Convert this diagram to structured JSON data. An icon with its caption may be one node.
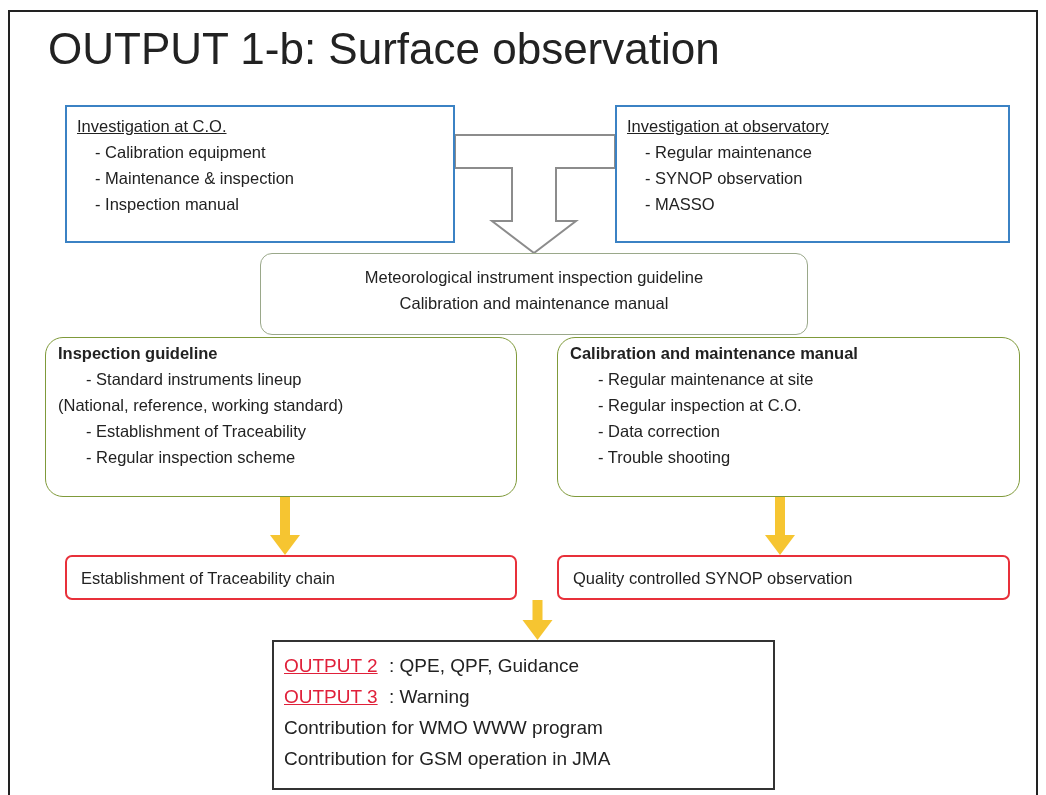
{
  "diagram": {
    "title": "OUTPUT 1-b: Surface observation",
    "nodes": [
      {
        "text": [
          "Investigation at C.O.",
          "- Calibration equipment",
          "- Maintenance & inspection",
          "- Inspection manual"
        ]
      },
      {
        "text": [
          "Investigation at observatory",
          "- Regular maintenance",
          "- SYNOP observation",
          "- MASSO"
        ]
      },
      {
        "text": [
          "Meteorological instrument inspection guideline",
          "Calibration and maintenance manual"
        ]
      },
      {
        "text": [
          "Inspection guideline",
          "- Standard instruments lineup",
          "(National, reference, working standard)",
          "- Establishment of Traceability",
          "- Regular inspection scheme"
        ]
      },
      {
        "text": [
          "Calibration and maintenance manual",
          "- Regular maintenance at site",
          "- Regular inspection at C.O.",
          "- Data correction",
          "- Trouble shooting"
        ]
      },
      {
        "text": [
          "Establishment of Traceability chain"
        ]
      },
      {
        "text": [
          "Quality controlled SYNOP observation"
        ]
      },
      {
        "text": [
          "OUTPUT 2",
          ": QPE, QPF, Guidance",
          "OUTPUT 3",
          ":  Warning",
          "Contribution for WMO WWW program",
          "Contribution for GSM operation in JMA"
        ]
      }
    ],
    "edges": [
      {
        "from": 0,
        "to": 2,
        "arrow": "to"
      },
      {
        "from": 1,
        "to": 2,
        "arrow": "to"
      },
      {
        "from": 3,
        "to": 5,
        "arrow": "to"
      },
      {
        "from": 4,
        "to": 6,
        "arrow": "to"
      },
      {
        "from": 5,
        "to": 7,
        "arrow": "to"
      },
      {
        "from": 6,
        "to": 7,
        "arrow": "to"
      }
    ]
  }
}
